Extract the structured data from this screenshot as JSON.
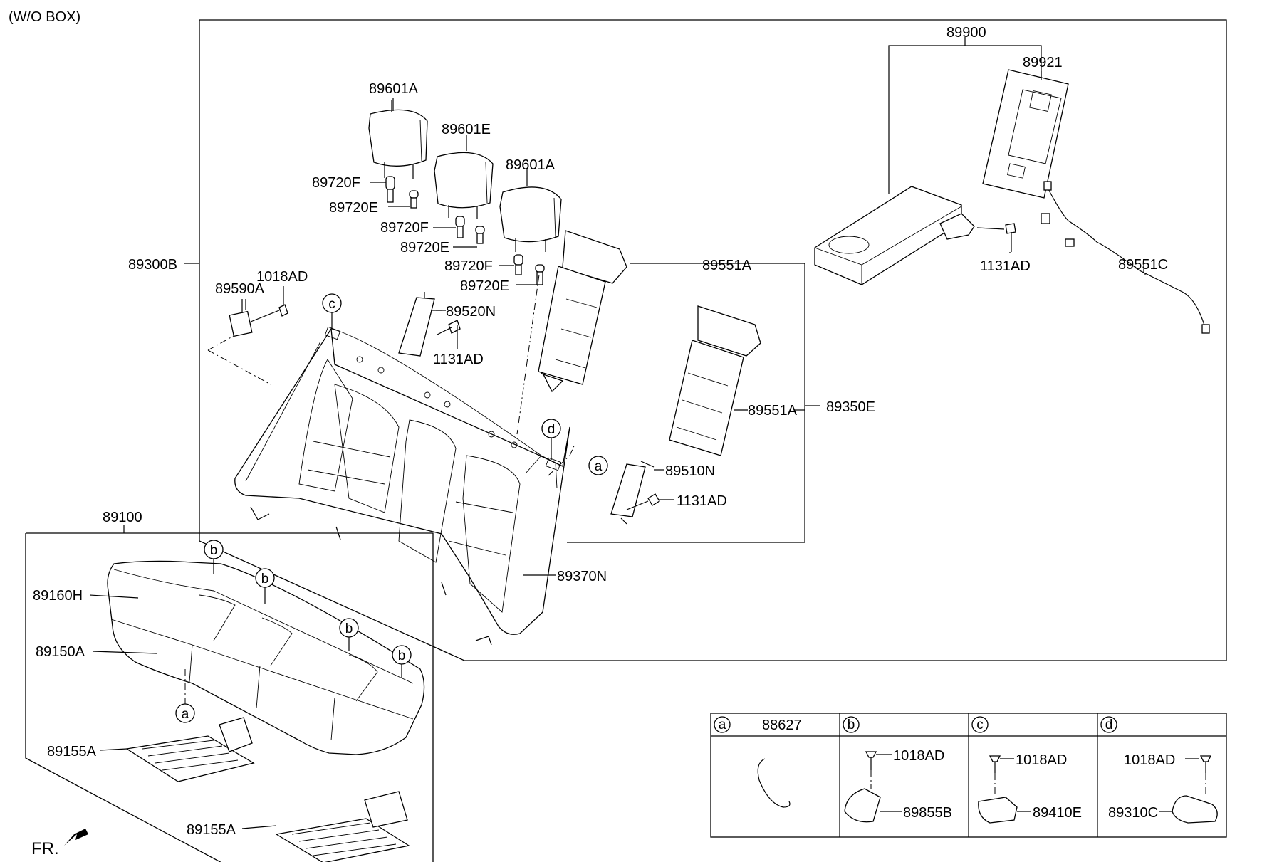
{
  "header_note": "(W/O BOX)",
  "front_marker": "FR.",
  "part_labels": {
    "p89900": "89900",
    "p89921": "89921",
    "p89601A_1": "89601A",
    "p89601E": "89601E",
    "p89601A_2": "89601A",
    "p89720F_1": "89720F",
    "p89720E_1": "89720E",
    "p89720F_2": "89720F",
    "p89720E_2": "89720E",
    "p89720F_3": "89720F",
    "p89720E_3": "89720E",
    "p89300B": "89300B",
    "p1018AD": "1018AD",
    "p89590A": "89590A",
    "p89520N": "89520N",
    "p1131AD_1": "1131AD",
    "p89551A_1": "89551A",
    "p1131AD_2": "1131AD",
    "p89551C": "89551C",
    "p89551A_2": "89551A",
    "p89350E": "89350E",
    "p89510N": "89510N",
    "p1131AD_3": "1131AD",
    "p89370N": "89370N",
    "p89100": "89100",
    "p89160H": "89160H",
    "p89150A": "89150A",
    "p89155A_1": "89155A",
    "p89155A_2": "89155A"
  },
  "callouts": {
    "c": "c",
    "d": "d",
    "a_back": "a",
    "b1": "b",
    "b2": "b",
    "b3": "b",
    "b4": "b",
    "a_cushion": "a"
  },
  "legend_table": {
    "cells": [
      {
        "letter": "a",
        "header_part": "88627",
        "parts": []
      },
      {
        "letter": "b",
        "header_part": "",
        "parts": [
          "1018AD",
          "89855B"
        ]
      },
      {
        "letter": "c",
        "header_part": "",
        "parts": [
          "1018AD",
          "89410E"
        ]
      },
      {
        "letter": "d",
        "header_part": "",
        "parts": [
          "1018AD",
          "89310C"
        ]
      }
    ]
  }
}
